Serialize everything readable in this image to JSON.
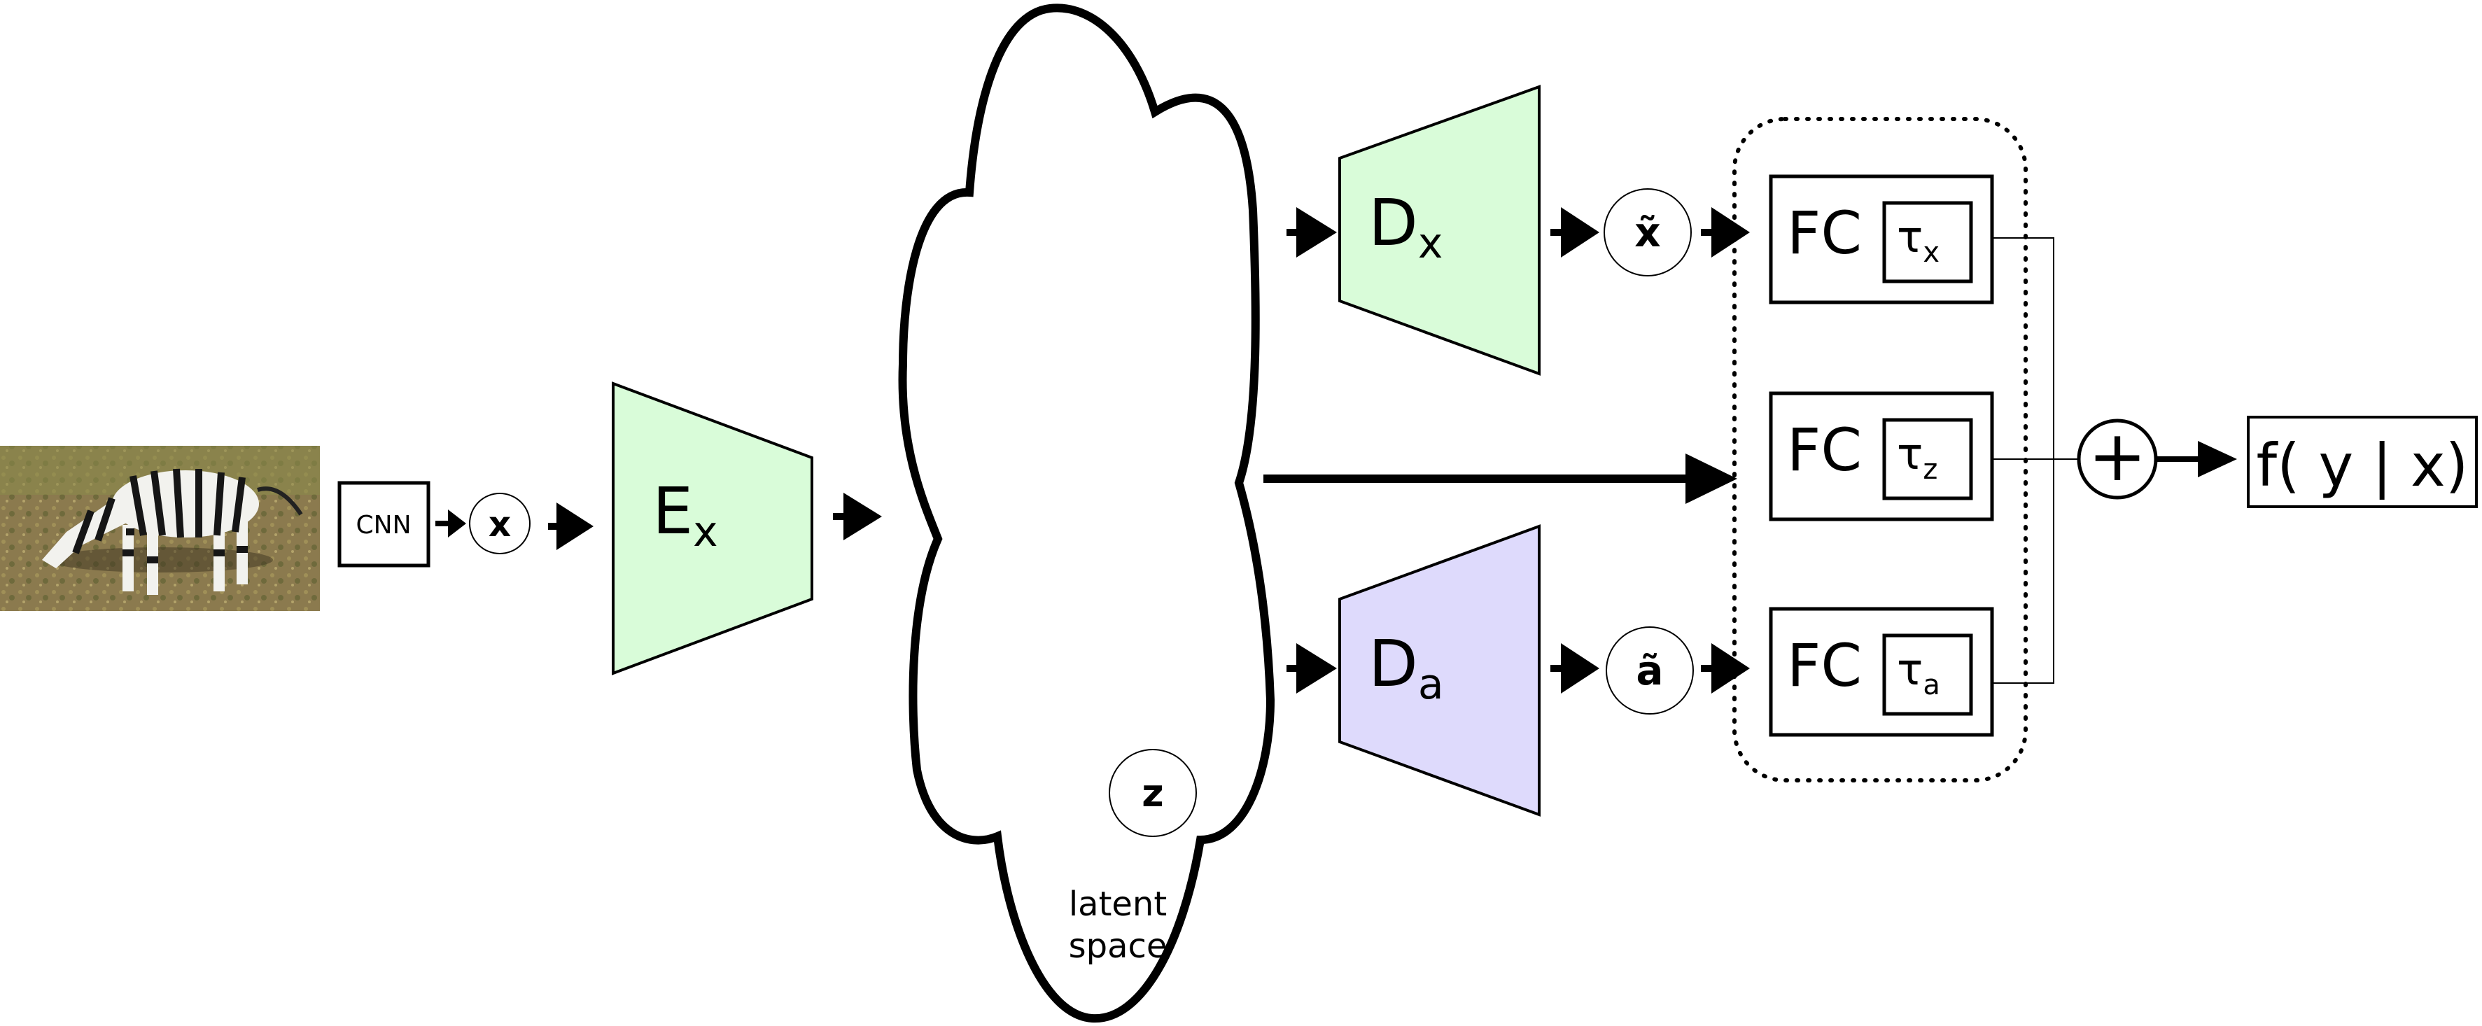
{
  "input": {
    "image_name": "zebra photo",
    "cnn_label": "CNN",
    "x_symbol": "x"
  },
  "encoder": {
    "label": "E",
    "subscript": "x",
    "color": "#d9fcd9"
  },
  "latent": {
    "z_symbol": "z",
    "label_line1": "latent",
    "label_line2": "space"
  },
  "decoders": {
    "dx": {
      "label": "D",
      "subscript": "x",
      "color": "#d9fcd9",
      "output_symbol": "x̃"
    },
    "da": {
      "label": "D",
      "subscript": "a",
      "color": "#dedafc",
      "output_symbol": "ã"
    }
  },
  "fc_blocks": [
    {
      "label": "FC",
      "tau": "τ",
      "subscript": "x"
    },
    {
      "label": "FC",
      "tau": "τ",
      "subscript": "z"
    },
    {
      "label": "FC",
      "tau": "τ",
      "subscript": "a"
    }
  ],
  "sum_symbol": "+",
  "output": {
    "label": "f( y | x)"
  }
}
